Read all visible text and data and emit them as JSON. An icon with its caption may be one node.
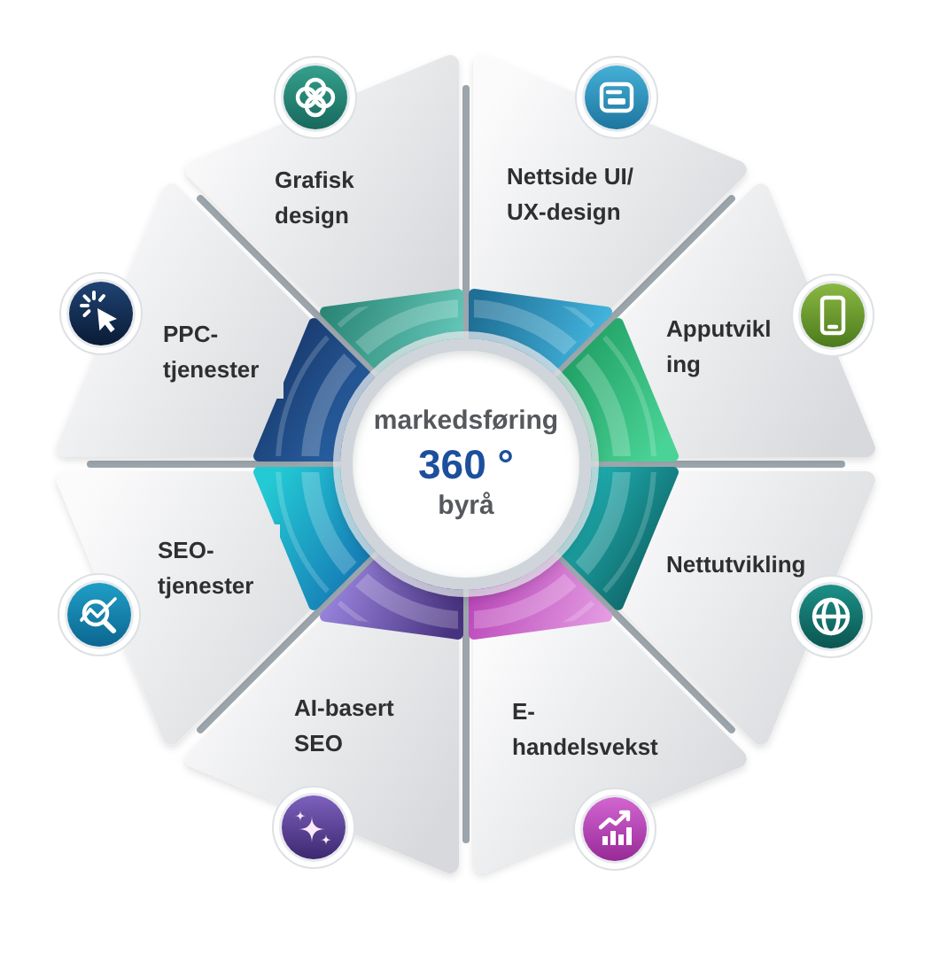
{
  "diagram": {
    "nodes": [
      {
        "text": [
          "markedsføring",
          "360 °",
          "byrå"
        ]
      },
      {
        "text": [
          "Grafisk design"
        ]
      },
      {
        "text": [
          "Nettside UI/ UX-design"
        ]
      },
      {
        "text": [
          "Apputvikl ing"
        ]
      },
      {
        "text": [
          "Nettutvikling"
        ]
      },
      {
        "text": [
          "E- handelsvekst"
        ]
      },
      {
        "text": [
          "AI-basert SEO"
        ]
      },
      {
        "text": [
          "SEO- tjenester"
        ]
      },
      {
        "text": [
          "PPC- tjenester"
        ]
      }
    ]
  }
}
